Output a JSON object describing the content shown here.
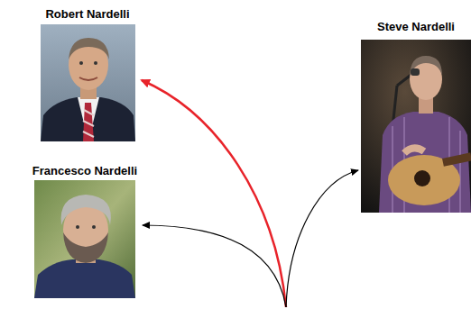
{
  "diagram": {
    "nodes": [
      {
        "text": [
          "Robert Nardelli"
        ]
      },
      {
        "text": [
          "Steve Nardelli"
        ]
      },
      {
        "text": [
          "Francesco Nardelli"
        ]
      }
    ]
  }
}
